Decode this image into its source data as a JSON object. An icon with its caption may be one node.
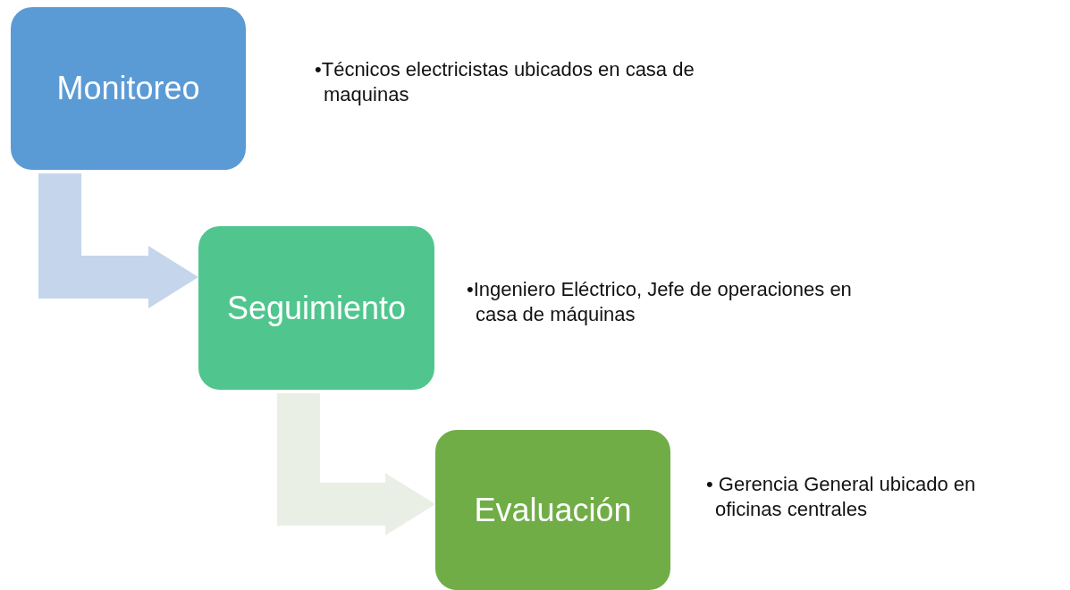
{
  "diagram": {
    "nodes": [
      {
        "text": [
          "Monitoreo"
        ]
      },
      {
        "text": [
          "Seguimiento"
        ]
      },
      {
        "text": [
          "Evaluación"
        ]
      }
    ],
    "edges": [
      {
        "from": 0,
        "to": 1,
        "arrow": "to",
        "style": "thick",
        "color": "#c5d5ec"
      },
      {
        "from": 1,
        "to": 2,
        "arrow": "to",
        "style": "thick",
        "color": "#eaefe6"
      }
    ],
    "labels": [
      "•Técnicos electricistas ubicados en casa de maquinas",
      "•Ingeniero Eléctrico, Jefe de operaciones en casa de máquinas",
      "• Gerencia General ubicado en oficinas centrales"
    ]
  }
}
